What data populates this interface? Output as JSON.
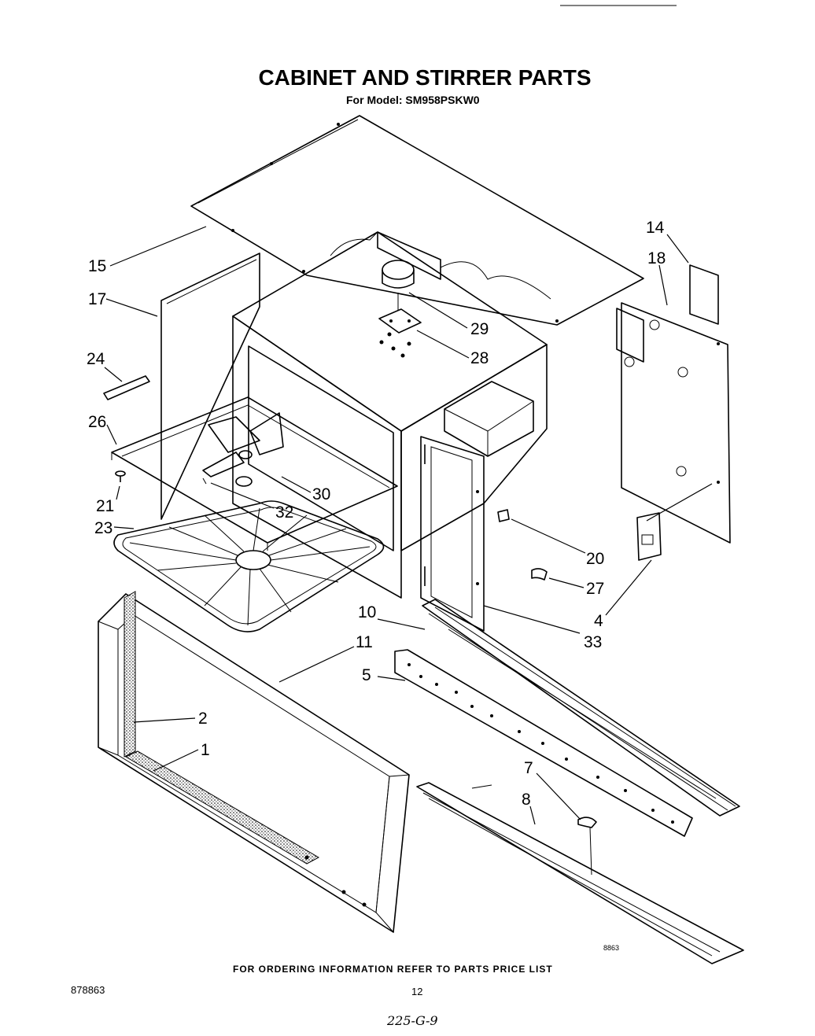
{
  "header": {
    "title": "CABINET AND STIRRER PARTS",
    "subtitle": "For Model: SM958PSKW0"
  },
  "callouts": [
    {
      "id": "c15",
      "label": "15"
    },
    {
      "id": "c17",
      "label": "17"
    },
    {
      "id": "c24",
      "label": "24"
    },
    {
      "id": "c26",
      "label": "26"
    },
    {
      "id": "c21",
      "label": "21"
    },
    {
      "id": "c23",
      "label": "23"
    },
    {
      "id": "c32",
      "label": "32"
    },
    {
      "id": "c30",
      "label": "30"
    },
    {
      "id": "c29",
      "label": "29"
    },
    {
      "id": "c28",
      "label": "28"
    },
    {
      "id": "c14",
      "label": "14"
    },
    {
      "id": "c18",
      "label": "18"
    },
    {
      "id": "c20",
      "label": "20"
    },
    {
      "id": "c27",
      "label": "27"
    },
    {
      "id": "c4",
      "label": "4"
    },
    {
      "id": "c10",
      "label": "10"
    },
    {
      "id": "c33",
      "label": "33"
    },
    {
      "id": "c11",
      "label": "11"
    },
    {
      "id": "c5",
      "label": "5"
    },
    {
      "id": "c2",
      "label": "2"
    },
    {
      "id": "c1",
      "label": "1"
    },
    {
      "id": "c7",
      "label": "7"
    },
    {
      "id": "c8",
      "label": "8"
    }
  ],
  "footer": {
    "ordering_note": "FOR ORDERING INFORMATION REFER TO PARTS PRICE LIST",
    "doc_number": "878863",
    "page_number": "12",
    "handwritten": "225-G-9",
    "figure_code": "8863"
  }
}
